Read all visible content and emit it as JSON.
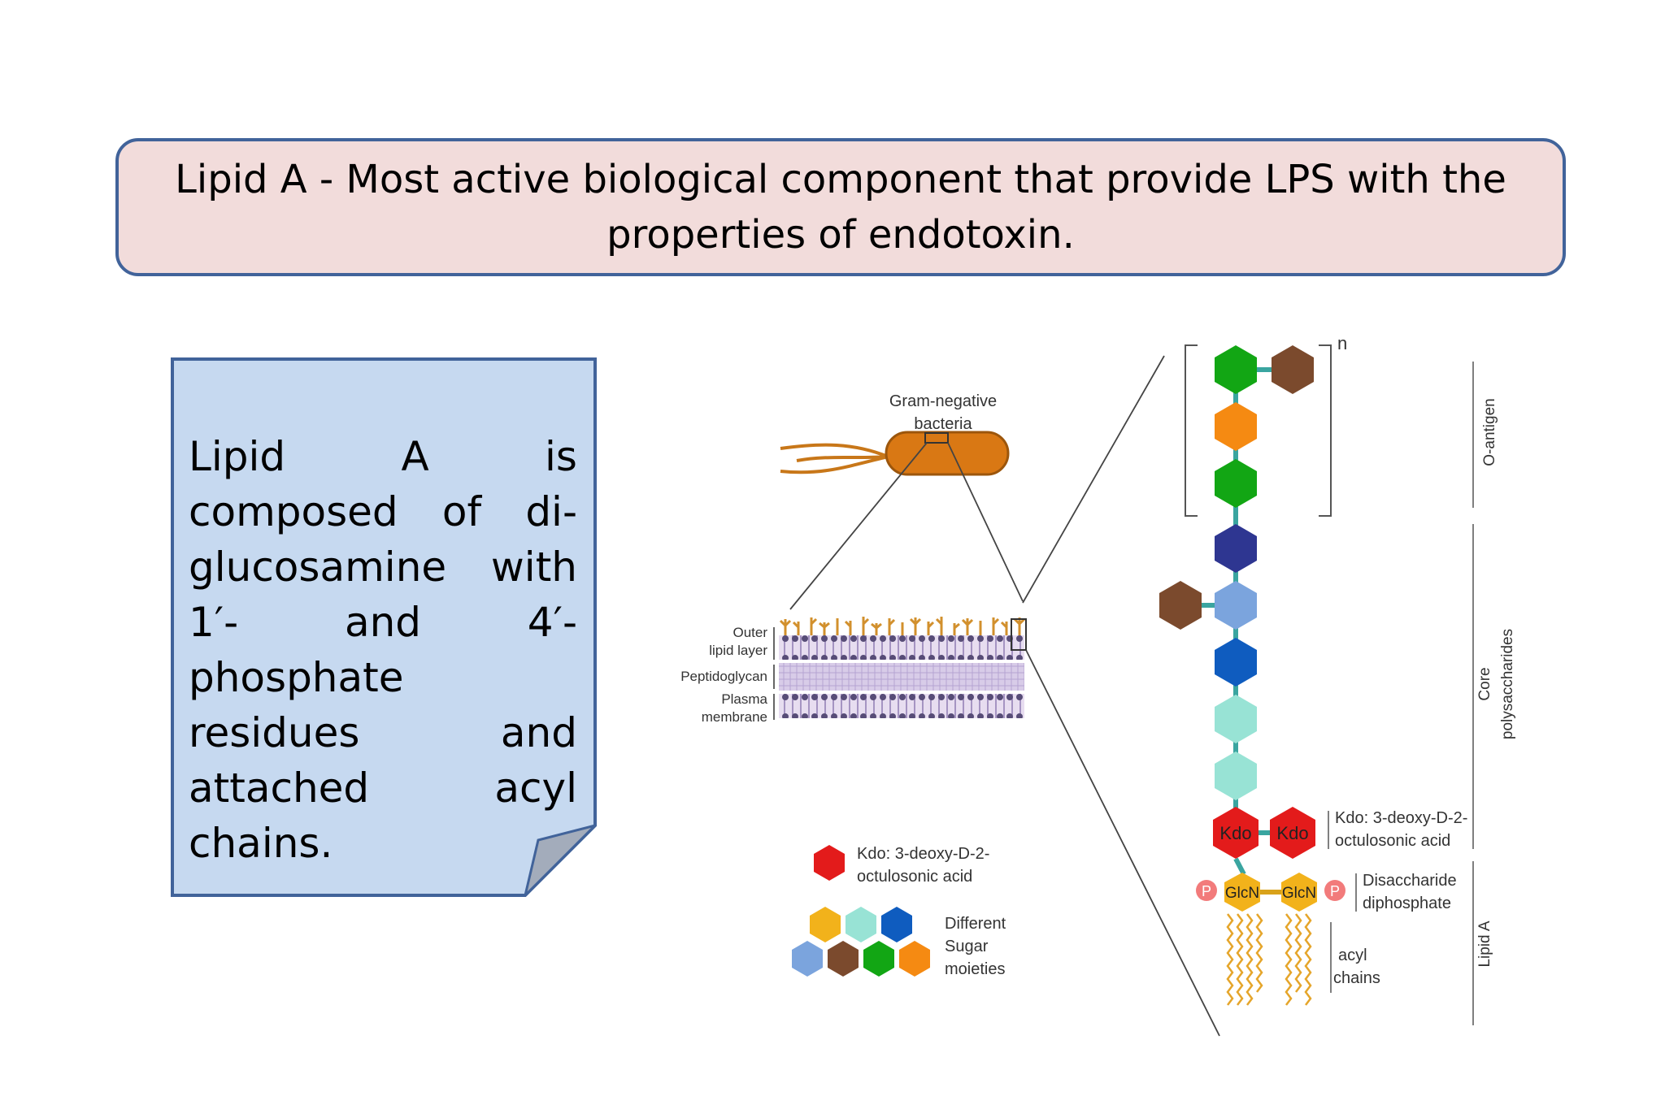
{
  "title": {
    "line1": "Lipid A - Most active biological component that provide LPS with the",
    "line2": "properties of endotoxin."
  },
  "note": {
    "text": "Lipid A is composed of di-glucosamine with 1′- and 4′-phosphate residues and attached acyl chains."
  },
  "diagram": {
    "bacteria_label_1": "Gram-negative",
    "bacteria_label_2": "bacteria",
    "membrane": {
      "outer_1": "Outer",
      "outer_2": "lipid layer",
      "peptidoglycan": "Peptidoglycan",
      "plasma_1": "Plasma",
      "plasma_2": "membrane"
    },
    "legend": {
      "kdo_1": "Kdo: 3-deoxy-D-2-",
      "kdo_2": "octulosonic acid",
      "sugar_1": "Different",
      "sugar_2": "Sugar",
      "sugar_3": "moieties"
    },
    "structure": {
      "repeat_n": "n",
      "kdo": "Kdo",
      "glcn": "GlcN",
      "phosphate": "P",
      "kdo_desc_1": "Kdo: 3-deoxy-D-2-",
      "kdo_desc_2": "octulosonic acid",
      "disacch_1": "Disaccharide",
      "disacch_2": "diphosphate",
      "acyl_1": "acyl",
      "acyl_2": "chains"
    },
    "regions": {
      "o_antigen": "O-antigen",
      "core_1": "Core",
      "core_2": "polysaccharides",
      "lipid_a": "Lipid A"
    },
    "colors": {
      "green": "#12a614",
      "brown": "#7b4a2d",
      "orange": "#f58a12",
      "navy": "#2e3691",
      "light_blue": "#7ba4dd",
      "blue": "#0f5cbf",
      "mint": "#98e3d5",
      "kdo_red": "#e31b1b",
      "glcn_yellow": "#f2b21b",
      "bacteria": "#d97814"
    }
  }
}
